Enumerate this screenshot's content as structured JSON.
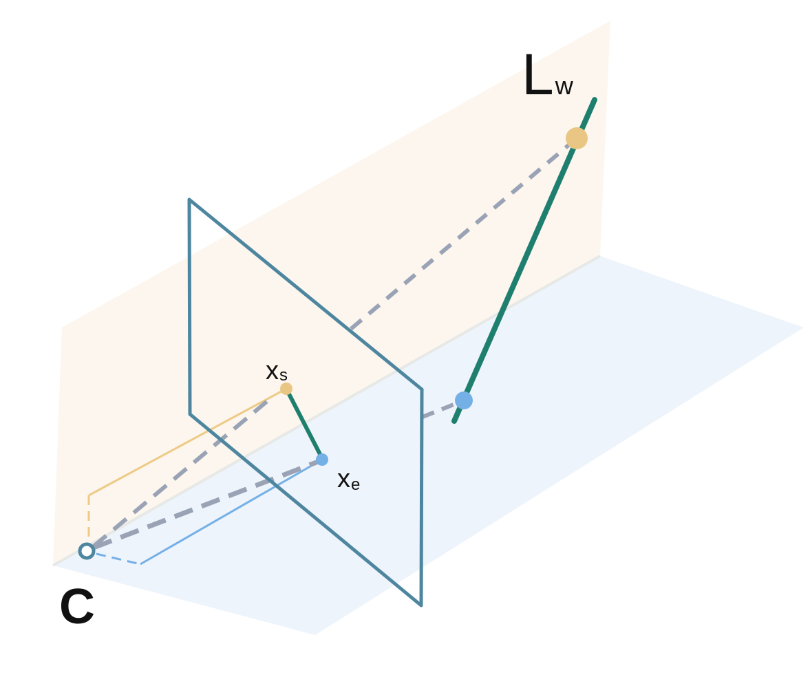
{
  "labels": {
    "world_line_main": "L",
    "world_line_sub": "w",
    "start_point_main": "x",
    "start_point_sub": "s",
    "end_point_main": "x",
    "end_point_sub": "e",
    "camera_center": "C"
  },
  "colors": {
    "vertical_plane": "#fcf6ee",
    "ground_plane": "#eef4fb",
    "image_plane": "#4e86a0",
    "line_segment": "#1f7f6f",
    "start_point": "#e9c684",
    "end_point": "#74b0e6",
    "projection_ray": "#9aa3b5",
    "start_path": "#edcb86",
    "end_path": "#74b0e6",
    "label": "#111111"
  }
}
